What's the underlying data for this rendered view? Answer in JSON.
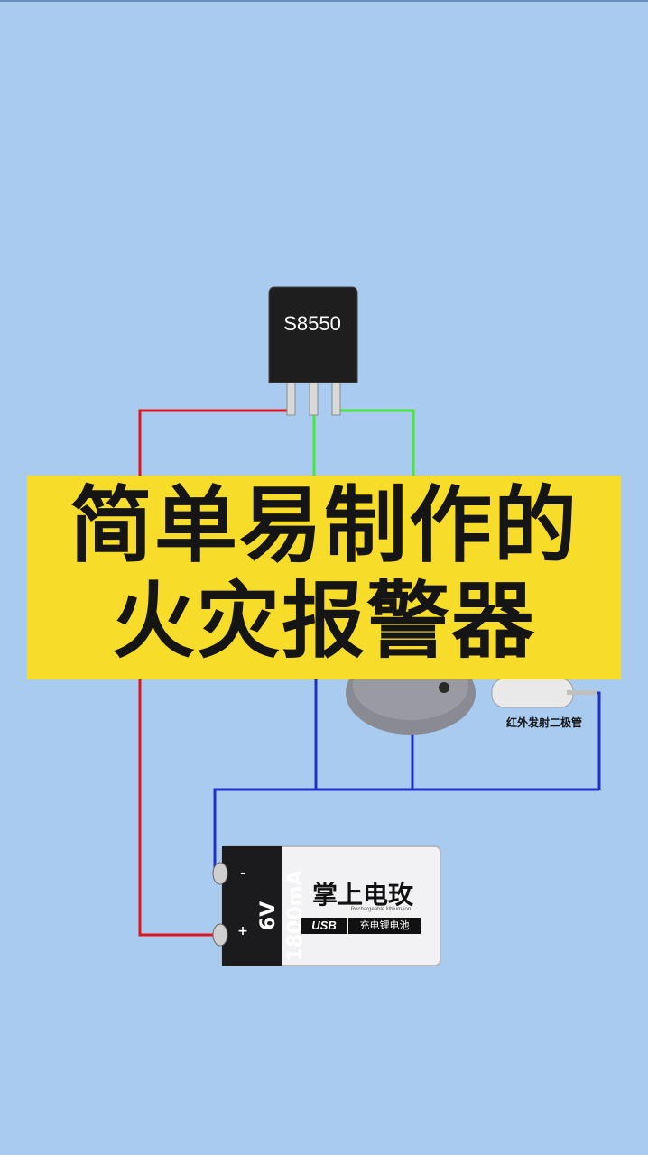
{
  "title": {
    "line1": "简单易制作的",
    "line2": "火灾报警器"
  },
  "components": {
    "transistor": {
      "label": "S8550"
    },
    "ir_diode": {
      "label": "红外发射二极管"
    },
    "battery": {
      "spec": "6V 1800mA",
      "brand": "掌上电玫",
      "usb_label": "USB",
      "sub_label": "充电锂电池",
      "tiny_text": "Rechargeable lithium-ion",
      "minus_sign": "-",
      "plus_sign": "+"
    }
  },
  "colors": {
    "background": "#a9cbf0",
    "banner": "#f7dd2a",
    "wire_red": "#e0141e",
    "wire_green": "#4be63c",
    "wire_blue": "#1f30c8"
  }
}
